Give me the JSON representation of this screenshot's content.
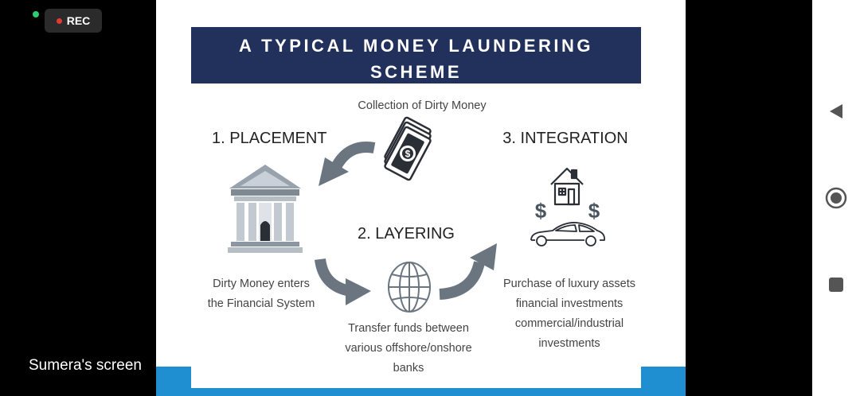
{
  "recording": {
    "label": "REC"
  },
  "presenter": {
    "label": "Sumera's screen"
  },
  "slide": {
    "title": "A TYPICAL MONEY LAUNDERING\nSCHEME",
    "collection_label": "Collection of Dirty Money",
    "placement": {
      "heading": "1. PLACEMENT",
      "lines": [
        "Dirty Money enters",
        "the Financial System"
      ]
    },
    "layering": {
      "heading": "2. LAYERING",
      "lines": [
        "Transfer funds between",
        "various offshore/onshore",
        "banks"
      ]
    },
    "integration": {
      "heading": "3. INTEGRATION",
      "lines": [
        "Purchase of luxury assets",
        "financial investments",
        "commercial/industrial",
        "investments"
      ]
    }
  },
  "colors": {
    "banner": "#22305c",
    "arrow": "#6b7580",
    "accent_blue": "#1f8fd1",
    "icon_gray": "#9aa3ad"
  },
  "nav": {
    "icons": [
      "back-icon",
      "home-icon",
      "recents-icon"
    ]
  }
}
